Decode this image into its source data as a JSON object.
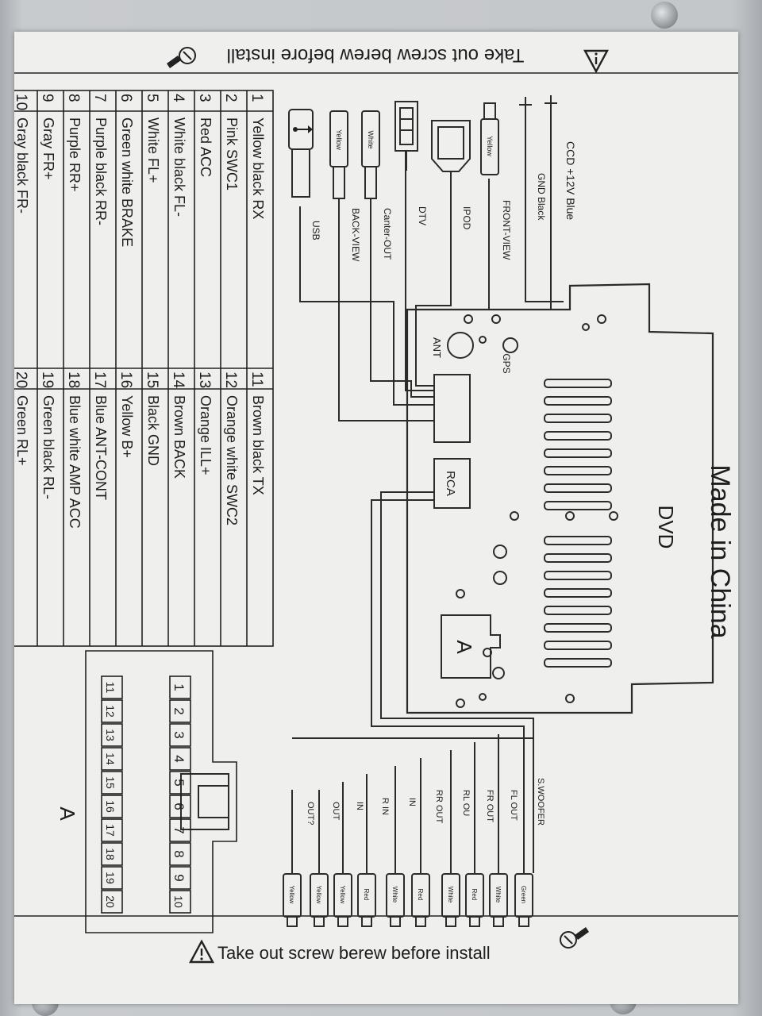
{
  "header": {
    "warning": "Take out screw berew before install"
  },
  "footer": {
    "warning": "Take out screw berew before install"
  },
  "unit": {
    "made_in": "Made in China",
    "name": "DVD",
    "socket": "A",
    "ports": [
      "GPS",
      "ANT",
      "RCA"
    ]
  },
  "top_connectors": [
    {
      "label": "CCD +12V Blue"
    },
    {
      "label": "GND Black"
    },
    {
      "label": "FRONT-VIEW",
      "plug": "Yellow"
    },
    {
      "label": "IPOD"
    },
    {
      "label": "DTV"
    },
    {
      "label": "Canter-OUT",
      "plug": "White"
    },
    {
      "label": "BACK-VIEW",
      "plug": "Yellow"
    },
    {
      "label": "USB"
    }
  ],
  "rca_outputs": [
    {
      "label": "S.WOOFER",
      "plug": "Green"
    },
    {
      "label": "FL OUT",
      "plug": "White"
    },
    {
      "label": "FR OUT",
      "plug": "Red"
    },
    {
      "label": "RL OU",
      "plug": "White"
    },
    {
      "label": "RR OUT",
      "plug": "Red"
    },
    {
      "label": "IN",
      "plug": "White"
    },
    {
      "label": "R IN",
      "plug": "Red"
    },
    {
      "label": "IN",
      "plug": "Yellow"
    },
    {
      "label": "OUT",
      "plug": "Yellow"
    },
    {
      "label": "OUT?",
      "plug": "Yellow"
    }
  ],
  "pin_table": [
    {
      "pin": "1",
      "desc": "Yellow black RX"
    },
    {
      "pin": "2",
      "desc": "Pink SWC1"
    },
    {
      "pin": "3",
      "desc": "Red ACC"
    },
    {
      "pin": "4",
      "desc": "White black FL-"
    },
    {
      "pin": "5",
      "desc": "White   FL+"
    },
    {
      "pin": "6",
      "desc": "Green white BRAKE"
    },
    {
      "pin": "7",
      "desc": "Purple black RR-"
    },
    {
      "pin": "8",
      "desc": "Purple  RR+"
    },
    {
      "pin": "9",
      "desc": "Gray  FR+"
    },
    {
      "pin": "10",
      "desc": "Gray black FR-"
    },
    {
      "pin": "11",
      "desc": "Brown black TX"
    },
    {
      "pin": "12",
      "desc": "Orange white SWC2"
    },
    {
      "pin": "13",
      "desc": "Orange  ILL+"
    },
    {
      "pin": "14",
      "desc": "Brown  BACK"
    },
    {
      "pin": "15",
      "desc": "Black  GND"
    },
    {
      "pin": "16",
      "desc": "Yellow  B+"
    },
    {
      "pin": "17",
      "desc": "Blue  ANT-CONT"
    },
    {
      "pin": "18",
      "desc": "Blue white AMP ACC"
    },
    {
      "pin": "19",
      "desc": "Green black RL-"
    },
    {
      "pin": "20",
      "desc": "Green  RL+"
    }
  ],
  "connector_a": {
    "title": "A",
    "row1": [
      "1",
      "2",
      "3",
      "4",
      "5",
      "6",
      "7",
      "8",
      "9",
      "10"
    ],
    "row2": [
      "11",
      "12",
      "13",
      "14",
      "15",
      "16",
      "17",
      "18",
      "19",
      "20"
    ]
  }
}
